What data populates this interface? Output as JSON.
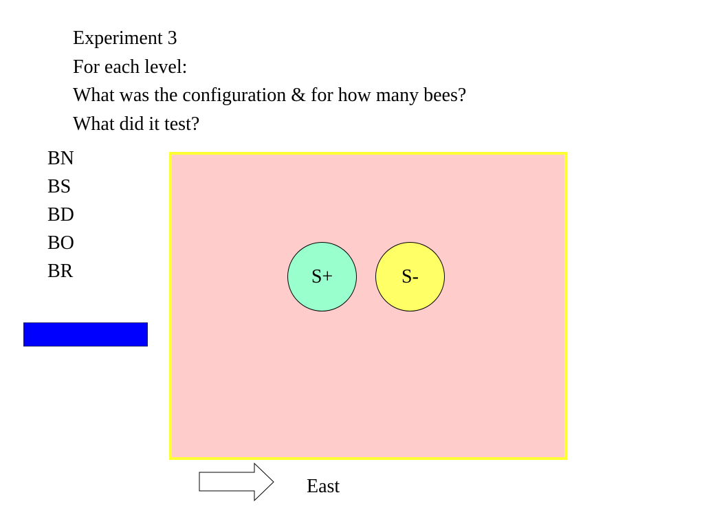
{
  "questions": {
    "line1": "Experiment 3",
    "line2": "For each level:",
    "line3": "What was the configuration  & for how many bees?",
    "line4": "What did it test?"
  },
  "codes": [
    "BN",
    "BS",
    "BD",
    "BO",
    "BR"
  ],
  "arena": {
    "fill_color": "#ffcccc",
    "border_color": "#ffff33",
    "stimuli": [
      {
        "label": "S+",
        "color": "#99ffcc"
      },
      {
        "label": "S-",
        "color": "#ffff66"
      }
    ]
  },
  "blue_bar": {
    "color": "#0000ff"
  },
  "direction": {
    "label": "East",
    "icon": "arrow-right-icon"
  }
}
